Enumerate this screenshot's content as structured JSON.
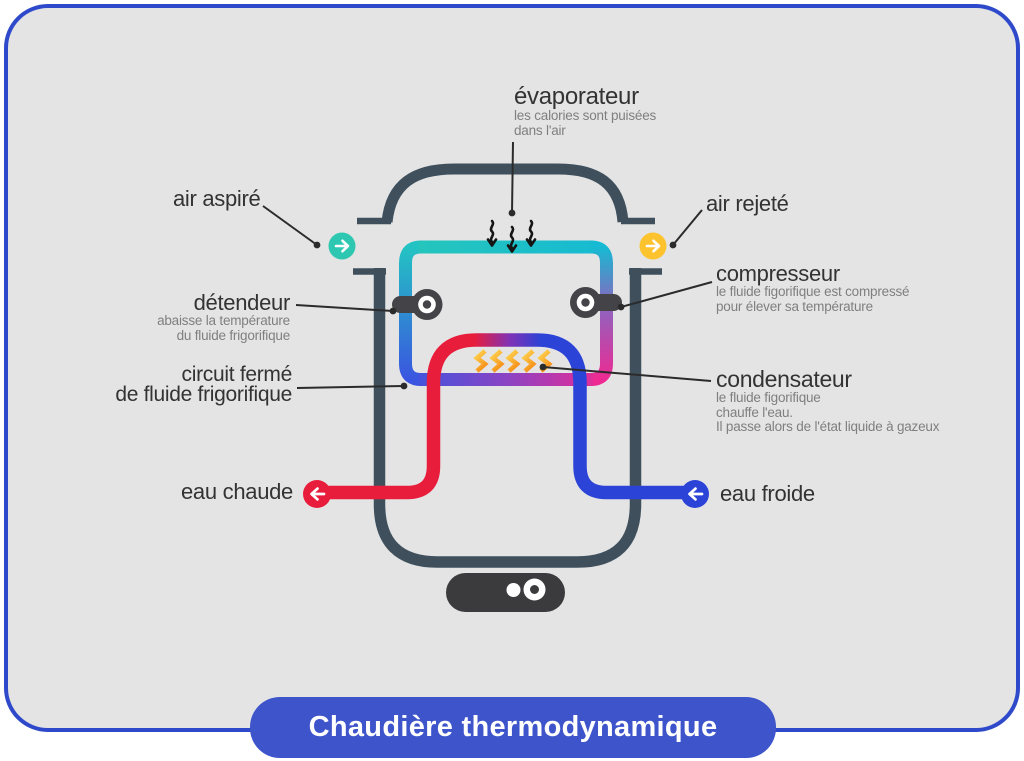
{
  "banner": {
    "label": "Chaudière thermodynamique"
  },
  "labels": {
    "evaporateur": {
      "title": "évaporateur",
      "desc1": "les calories sont puisées",
      "desc2": "dans l'air"
    },
    "air_aspire": {
      "title": "air aspiré"
    },
    "air_rejete": {
      "title": "air rejeté"
    },
    "detendeur": {
      "title": "détendeur",
      "desc1": "abaisse la température",
      "desc2": "du fluide frigorifique"
    },
    "compresseur": {
      "title": "compresseur",
      "desc1": "le fluide figorifique est compressé",
      "desc2": "pour élever sa température"
    },
    "circuit_ferme": {
      "line1": "circuit fermé",
      "line2": "de fluide frigorifique"
    },
    "condensateur": {
      "title": "condensateur",
      "desc1": "le fluide figorifique",
      "desc2": "chauffe l'eau.",
      "desc3": "Il passe alors de l'état liquide à gazeux"
    },
    "eau_chaude": {
      "title": "eau chaude"
    },
    "eau_froide": {
      "title": "eau froide"
    }
  },
  "icons": {
    "air_aspire": "arrow-right-in-teal-circle",
    "air_rejete": "arrow-right-in-yellow-circle",
    "eau_chaude": "arrow-left-in-red-circle",
    "eau_froide": "arrow-left-in-blue-circle",
    "evaporateur": "heat-wave-down-arrows",
    "condensateur": "flame-zigzags"
  },
  "colors": {
    "card_bg": "#e4e4e5",
    "card_border": "#2e49c9",
    "banner_bg": "#3d54cb",
    "banner_text": "#ffffff",
    "tank": "#3f505c",
    "base": "#3b3b3d",
    "device": "#434348",
    "air_in": "#2ec7b1",
    "air_out": "#fcc32e",
    "hot_water": "#e81d3c",
    "cold_water": "#2b43d7",
    "loop_teal": "#1fc2c6",
    "loop_blue": "#3a55e0",
    "loop_pink": "#ee2a92",
    "flame_orange": "#f7941d",
    "label_title": "#333333",
    "label_desc": "#7f7f7f",
    "pointer": "#2b2b2b"
  }
}
